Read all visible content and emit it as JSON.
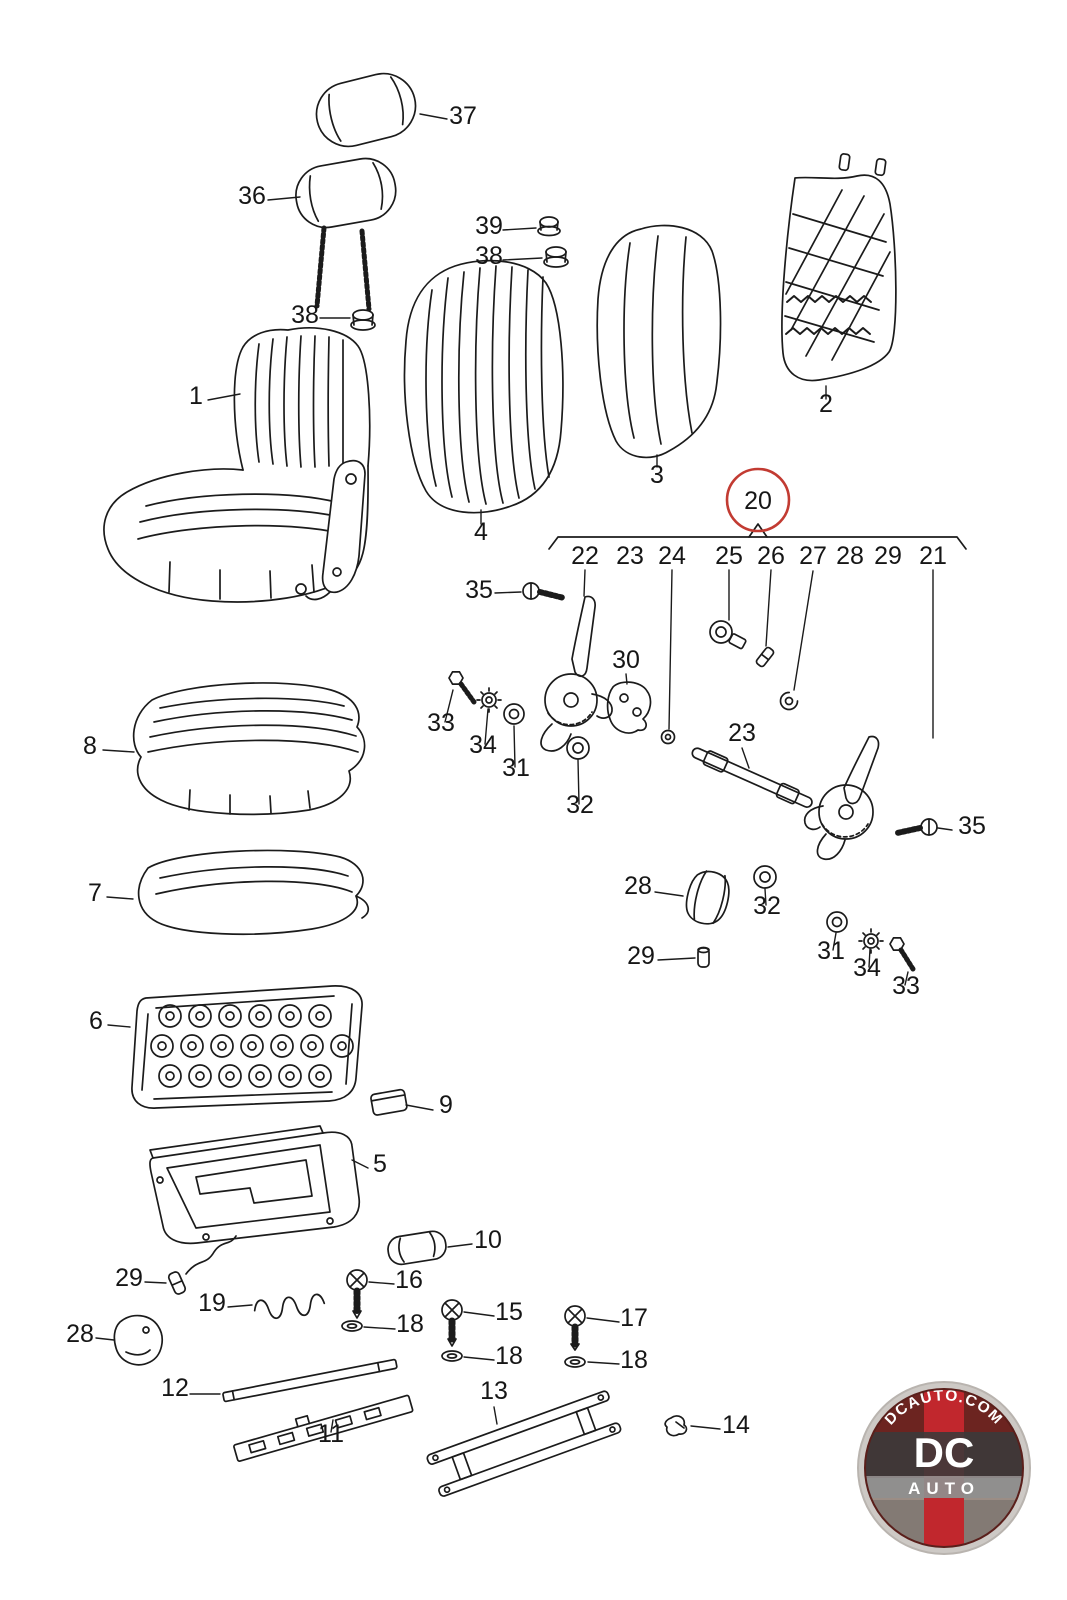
{
  "page": {
    "colors": {
      "background": "#ffffff",
      "line": "#1b1b1b",
      "highlight_circle": "#c23b32",
      "logo_red": "#c1272d",
      "logo_maroon": "#6c2420",
      "logo_ring": "#cdc9c5",
      "logo_text": "#ffffff"
    }
  },
  "labels": [
    {
      "text": "37"
    },
    {
      "text": "36"
    },
    {
      "text": "39"
    },
    {
      "text": "38"
    },
    {
      "text": "38"
    },
    {
      "text": "1"
    },
    {
      "text": "2"
    },
    {
      "text": "3"
    },
    {
      "text": "4"
    },
    {
      "text": "20"
    },
    {
      "text": "22"
    },
    {
      "text": "23"
    },
    {
      "text": "24"
    },
    {
      "text": "25"
    },
    {
      "text": "26"
    },
    {
      "text": "27"
    },
    {
      "text": "28"
    },
    {
      "text": "29"
    },
    {
      "text": "21"
    },
    {
      "text": "35"
    },
    {
      "text": "33"
    },
    {
      "text": "34"
    },
    {
      "text": "31"
    },
    {
      "text": "30"
    },
    {
      "text": "32"
    },
    {
      "text": "23"
    },
    {
      "text": "8"
    },
    {
      "text": "7"
    },
    {
      "text": "35"
    },
    {
      "text": "28"
    },
    {
      "text": "32"
    },
    {
      "text": "29"
    },
    {
      "text": "31"
    },
    {
      "text": "34"
    },
    {
      "text": "33"
    },
    {
      "text": "6"
    },
    {
      "text": "9"
    },
    {
      "text": "5"
    },
    {
      "text": "10"
    },
    {
      "text": "29"
    },
    {
      "text": "16"
    },
    {
      "text": "19"
    },
    {
      "text": "18"
    },
    {
      "text": "15"
    },
    {
      "text": "28"
    },
    {
      "text": "17"
    },
    {
      "text": "18"
    },
    {
      "text": "18"
    },
    {
      "text": "12"
    },
    {
      "text": "13"
    },
    {
      "text": "14"
    },
    {
      "text": "11"
    }
  ],
  "watermark": {
    "arc_text": "DCAUTO.COM",
    "dc": "DC",
    "auto": "AUTO"
  }
}
